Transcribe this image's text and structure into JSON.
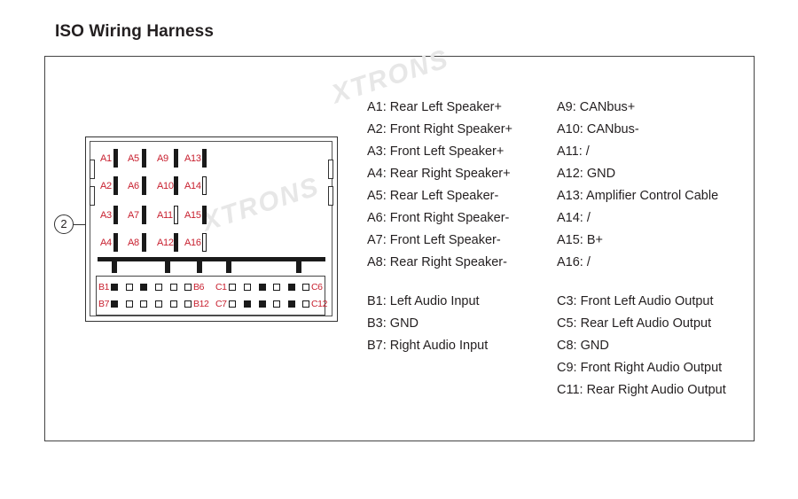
{
  "title": "ISO Wiring Harness",
  "callout": "2",
  "watermark": "XTRONS",
  "connector": {
    "a_labels": [
      "A1",
      "A5",
      "A9",
      "A13",
      "A2",
      "A6",
      "A10",
      "A14",
      "A3",
      "A7",
      "A11",
      "A15",
      "A4",
      "A8",
      "A12",
      "A16"
    ],
    "b_row_labels": [
      "B1",
      "B6",
      "B7",
      "B12"
    ],
    "c_row_labels": [
      "C1",
      "C6",
      "C7",
      "C12"
    ]
  },
  "legend": {
    "a_left": [
      "A1: Rear Left Speaker+",
      "A2: Front Right Speaker+",
      "A3: Front Left Speaker+",
      "A4: Rear Right Speaker+",
      "A5: Rear Left Speaker-",
      "A6: Front Right Speaker-",
      "A7: Front Left Speaker-",
      "A8: Rear Right Speaker-"
    ],
    "a_right": [
      "A9: CANbus+",
      "A10: CANbus-",
      "A11: /",
      "A12: GND",
      "A13: Amplifier Control Cable",
      "A14: /",
      "A15: B+",
      "A16: /"
    ],
    "b": [
      "B1: Left Audio Input",
      "B3: GND",
      "B7: Right Audio Input"
    ],
    "c": [
      "C3: Front Left Audio Output",
      "C5: Rear Left Audio Output",
      "C8: GND",
      "C9: Front Right Audio Output",
      "C11: Rear Right Audio Output"
    ]
  }
}
